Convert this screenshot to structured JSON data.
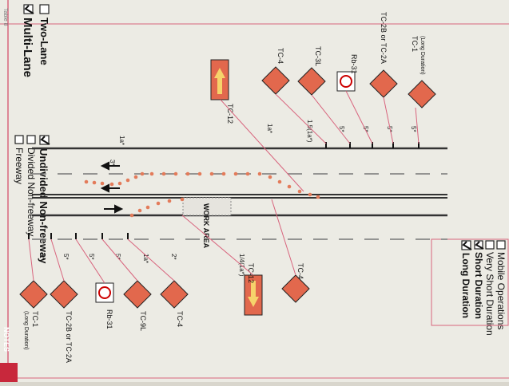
{
  "options": {
    "road_types": [
      {
        "label": "Two-Lane",
        "checked": false
      },
      {
        "label": "Multi-Lane",
        "checked": true
      },
      {
        "label": "Undivided Non-freeway",
        "checked": true
      },
      {
        "label": "Divided Non-freeway",
        "checked": false
      },
      {
        "label": "Freeway",
        "checked": false
      }
    ],
    "durations": [
      {
        "label": "Mobile Operations",
        "checked": false
      },
      {
        "label": "Very Short Duration",
        "checked": false
      },
      {
        "label": "Short Duration",
        "checked": true
      },
      {
        "label": "Long Duration",
        "checked": true
      }
    ]
  },
  "signs_top": [
    {
      "id": "tc1",
      "name": "TC-1",
      "note": "(Long Duration)"
    },
    {
      "id": "tc2",
      "name": "TC-2B or TC-2A"
    },
    {
      "id": "rb31",
      "name": "Rb-31"
    },
    {
      "id": "tc3l",
      "name": "TC-3L"
    },
    {
      "id": "tc4",
      "name": "TC-4"
    },
    {
      "id": "tc12",
      "name": "TC-12"
    }
  ],
  "signs_bottom": [
    {
      "id": "tc4b",
      "name": "TC-4"
    },
    {
      "id": "tc9l",
      "name": "TC-9L"
    },
    {
      "id": "rb31b",
      "name": "Rb-31"
    },
    {
      "id": "tc2b",
      "name": "TC-2B or TC-2A"
    },
    {
      "id": "tc1b",
      "name": "TC-1",
      "note": "(Long Duration)"
    }
  ],
  "signs_right": [
    {
      "id": "tc4r",
      "name": "TC-4"
    },
    {
      "id": "tc12r",
      "name": "TC-12"
    }
  ],
  "dimensions": {
    "five_star": "5*",
    "one_a": "1a*",
    "two_star": "2*",
    "one_pt_five": "1.5(1a*)",
    "one_quarter": "1/4(1a*)",
    "three_star": "3*"
  },
  "work_area": "WORK AREA",
  "footer": {
    "notes": "NOTES",
    "table_ref": "Table 8"
  }
}
